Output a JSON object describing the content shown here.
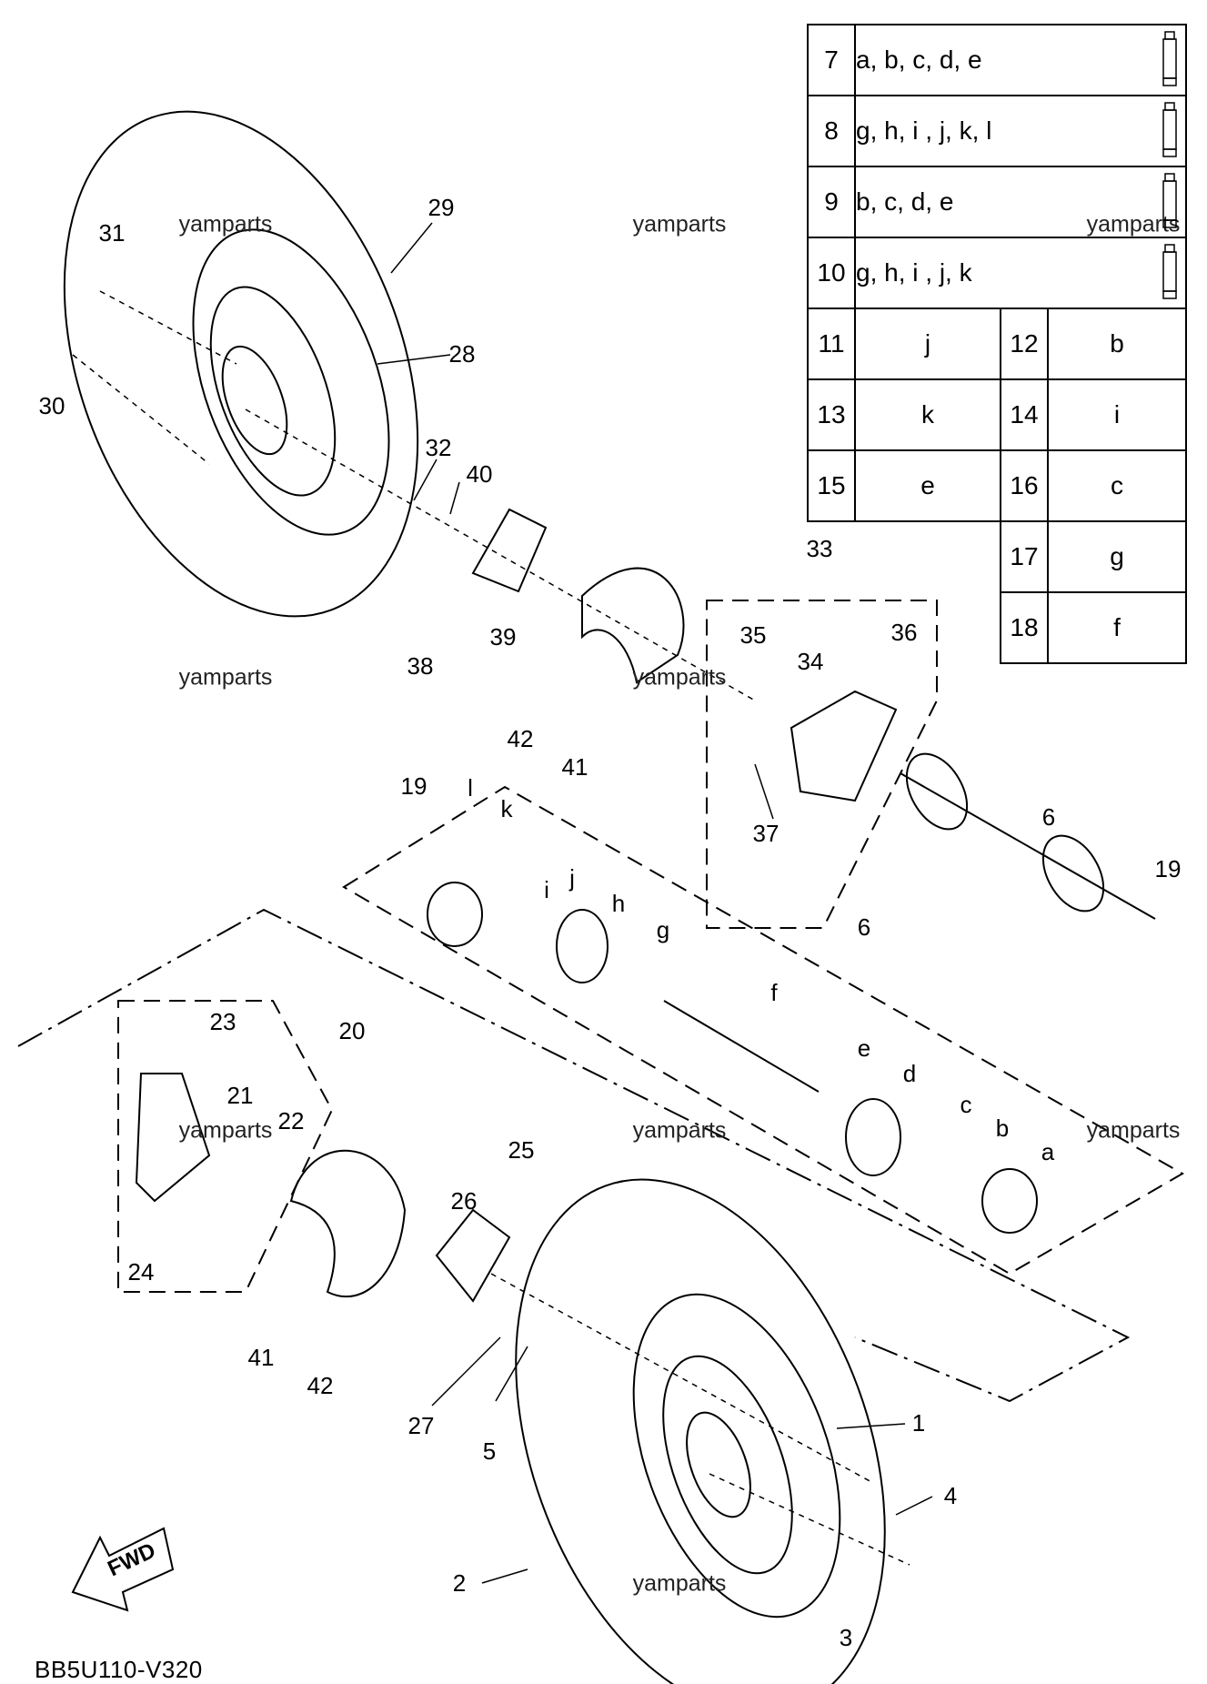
{
  "diagram_code": "BB5U110-V320",
  "fwd_label": "FWD",
  "watermarks": [
    "yamparts",
    "yamparts",
    "yamparts",
    "yamparts",
    "yamparts",
    "yamparts",
    "yamparts",
    "yamparts",
    "yamparts"
  ],
  "legend_rows_lubricant": [
    {
      "num": "7",
      "parts": "a, b, c, d, e"
    },
    {
      "num": "8",
      "parts": "g, h, i , j, k, l"
    },
    {
      "num": "9",
      "parts": "b, c, d, e"
    },
    {
      "num": "10",
      "parts": "g, h, i , j, k"
    }
  ],
  "legend_rows_pairs": [
    {
      "n1": "11",
      "p1": "j",
      "n2": "12",
      "p2": "b"
    },
    {
      "n1": "13",
      "p1": "k",
      "n2": "14",
      "p2": "i"
    },
    {
      "n1": "15",
      "p1": "e",
      "n2": "16",
      "p2": "c"
    }
  ],
  "legend_rows_single": [
    {
      "num": "17",
      "part": "g"
    },
    {
      "num": "18",
      "part": "f"
    }
  ],
  "callouts": [
    "1",
    "2",
    "3",
    "4",
    "5",
    "6",
    "6",
    "19",
    "19",
    "20",
    "21",
    "22",
    "23",
    "24",
    "25",
    "26",
    "27",
    "28",
    "29",
    "30",
    "31",
    "32",
    "33",
    "34",
    "35",
    "36",
    "37",
    "38",
    "39",
    "40",
    "41",
    "41",
    "42",
    "42",
    "a",
    "b",
    "c",
    "d",
    "e",
    "f",
    "g",
    "h",
    "i",
    "j",
    "k",
    "l"
  ]
}
